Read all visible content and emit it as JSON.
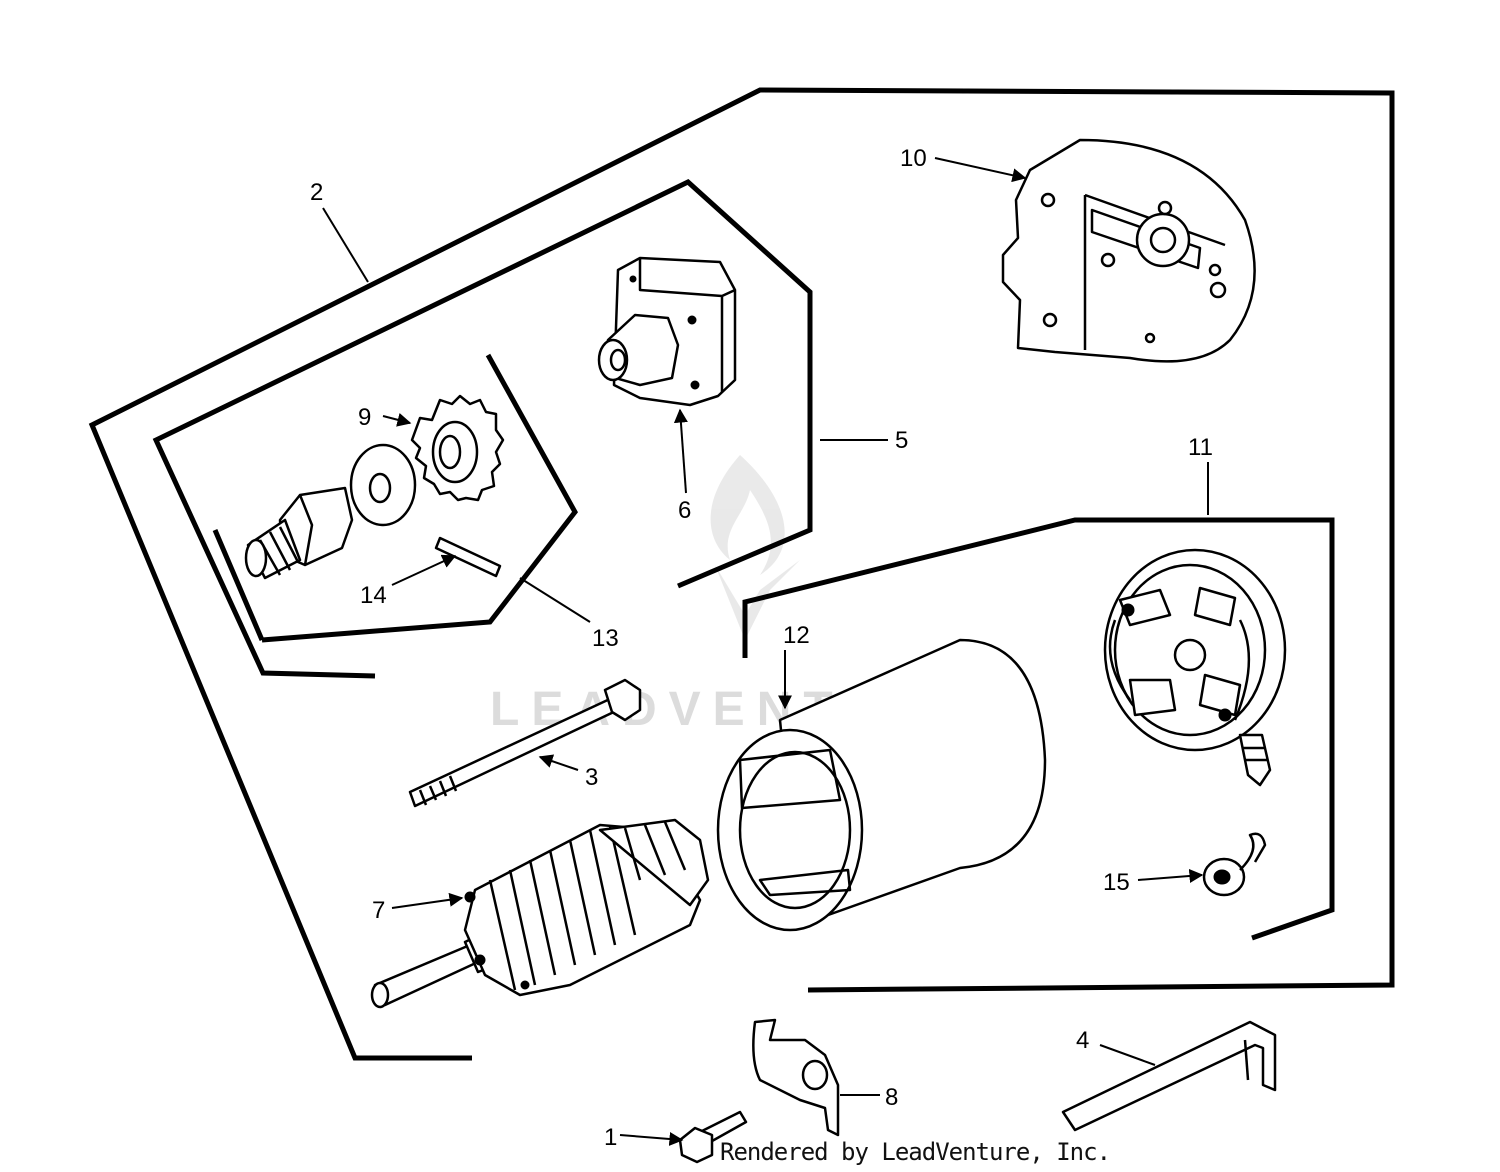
{
  "watermark": {
    "text": "LEADVENTURE"
  },
  "footer": {
    "text": "Rendered by LeadVenture, Inc."
  },
  "callouts": [
    {
      "id": "1",
      "label": "1"
    },
    {
      "id": "2",
      "label": "2"
    },
    {
      "id": "3",
      "label": "3"
    },
    {
      "id": "4",
      "label": "4"
    },
    {
      "id": "5",
      "label": "5"
    },
    {
      "id": "6",
      "label": "6"
    },
    {
      "id": "7",
      "label": "7"
    },
    {
      "id": "8",
      "label": "8"
    },
    {
      "id": "9",
      "label": "9"
    },
    {
      "id": "10",
      "label": "10"
    },
    {
      "id": "11",
      "label": "11"
    },
    {
      "id": "12",
      "label": "12"
    },
    {
      "id": "13",
      "label": "13"
    },
    {
      "id": "14",
      "label": "14"
    },
    {
      "id": "15",
      "label": "15"
    }
  ]
}
